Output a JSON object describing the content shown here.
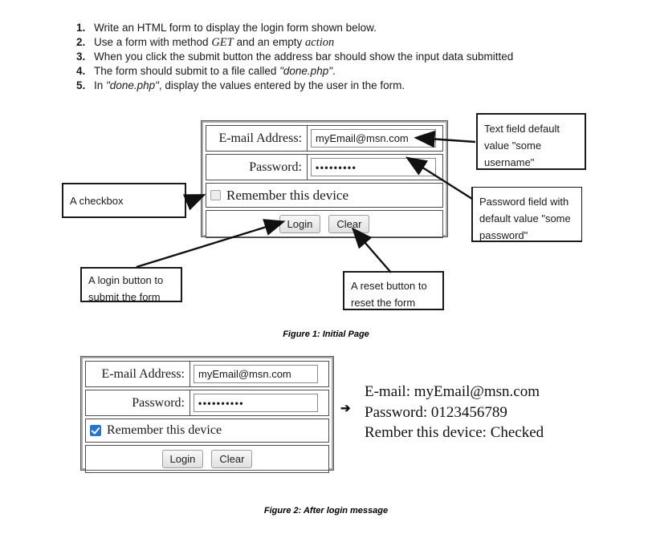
{
  "instructions": {
    "items": [
      {
        "number": "1.",
        "parts": [
          {
            "text": "Write an HTML form to display the login form shown below."
          }
        ]
      },
      {
        "number": "2.",
        "parts": [
          {
            "text": "Use a form with method "
          },
          {
            "text": "GET"
          },
          {
            "text": " and an empty "
          },
          {
            "text": "action"
          }
        ]
      },
      {
        "number": "3.",
        "parts": [
          {
            "text": "When you click the submit button the address bar should show the input data submitted"
          }
        ]
      },
      {
        "number": "4.",
        "parts": [
          {
            "text": "The form should submit to a file called "
          },
          {
            "text": "\"done.php\""
          },
          {
            "text": "."
          }
        ]
      },
      {
        "number": "5.",
        "parts": [
          {
            "text": "In "
          },
          {
            "text": "\"done.php\""
          },
          {
            "text": ", display the values entered by the user in the form."
          }
        ]
      }
    ]
  },
  "figure1": {
    "form": {
      "email_label": "E-mail Address:",
      "email_value": "myEmail@msn.com",
      "password_label": "Password:",
      "password_value": "•••••••••",
      "checkbox_label": "Remember this device",
      "checkbox_checked": false,
      "login_button": "Login",
      "clear_button": "Clear"
    },
    "callouts": {
      "username": "Text field default value \"some username\"",
      "password": "Password field with default value \"some password\"",
      "checkbox": "A checkbox",
      "login": "A login button to submit the form",
      "reset": "A reset button to reset the form"
    },
    "caption": "Figure 1: Initial Page"
  },
  "figure2": {
    "form": {
      "email_label": "E-mail Address:",
      "email_value": "myEmail@msn.com",
      "password_label": "Password:",
      "password_value": "••••••••••",
      "checkbox_label": "Remember this device",
      "checkbox_checked": true,
      "login_button": "Login",
      "clear_button": "Clear"
    },
    "result": {
      "arrow_icon": "➔",
      "lines": [
        "E-mail: myEmail@msn.com",
        "Password: 0123456789",
        "Rember this device: Checked"
      ]
    },
    "caption": "Figure 2: After login message"
  },
  "colors": {
    "checkbox_checked_blue": "#2175d9",
    "arrow_black": "#111111"
  }
}
